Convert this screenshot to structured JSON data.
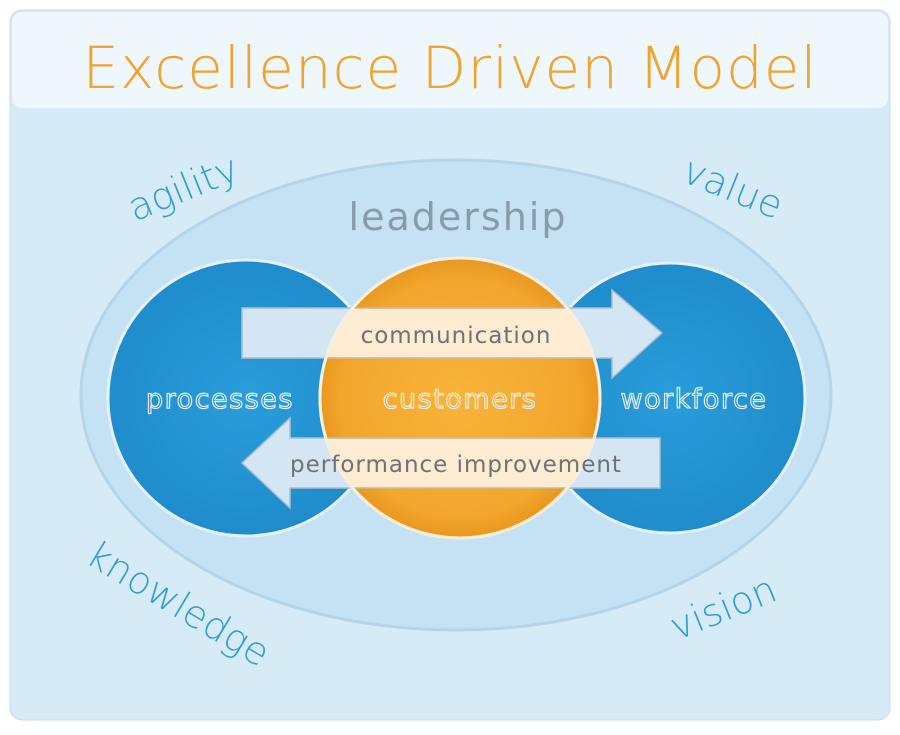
{
  "title": "Excellence Driven Model",
  "outer_label": "leadership",
  "corners": {
    "top_left": "agility",
    "top_right": "value",
    "bottom_left": "knowledge",
    "bottom_right": "vision"
  },
  "circles": {
    "left": "processes",
    "center": "customers",
    "right": "workforce"
  },
  "arrows": {
    "right": "communication",
    "left": "performance improvement"
  },
  "colors": {
    "title": "#f2a22e",
    "blue": "#2496d4",
    "orange": "#f6a830",
    "panel": "#dcedf8"
  }
}
